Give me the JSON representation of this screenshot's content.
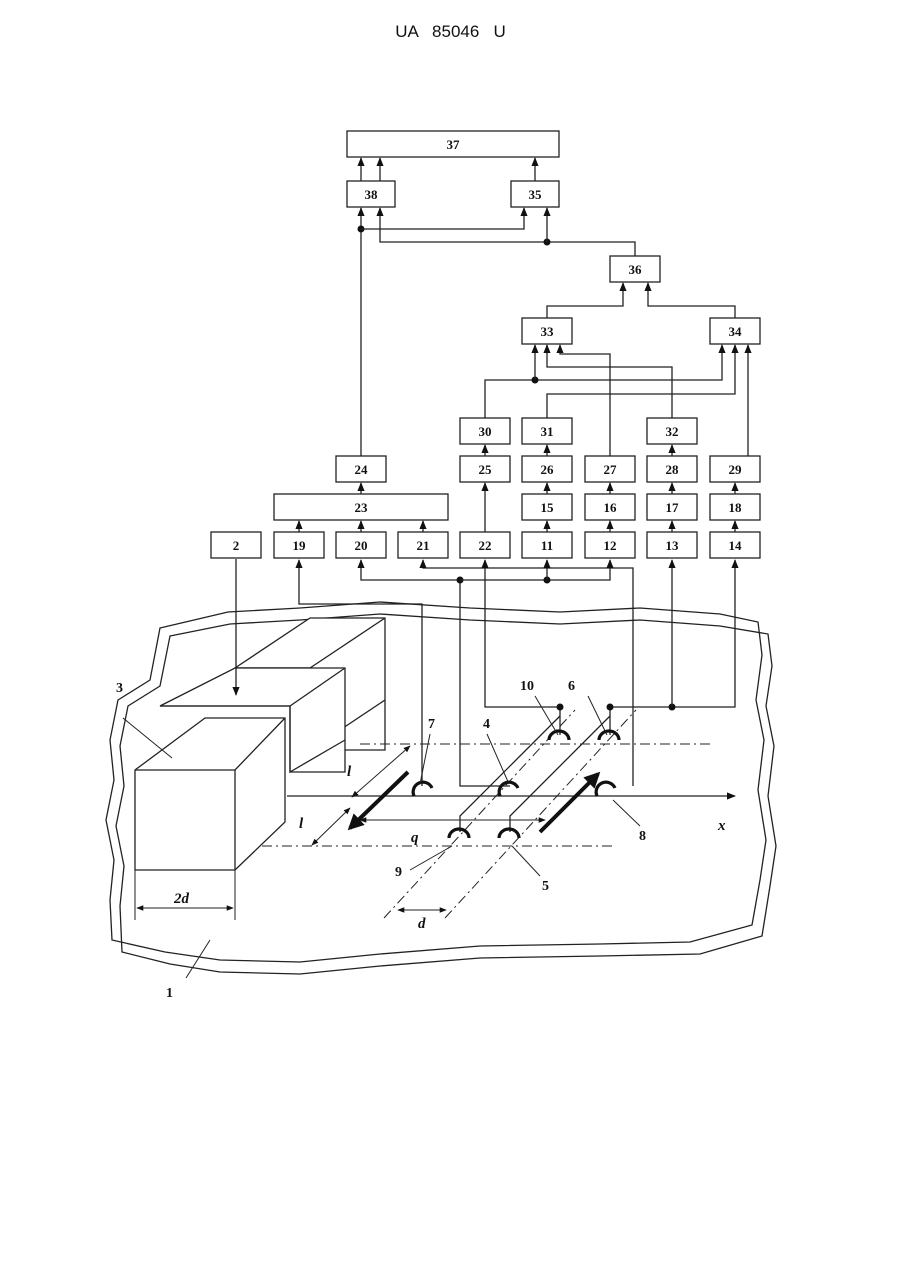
{
  "header": {
    "text": "UA   85046   U"
  },
  "blocks": {
    "b37": "37",
    "b38": "38",
    "b35": "35",
    "b36": "36",
    "b33": "33",
    "b34": "34",
    "b30": "30",
    "b31": "31",
    "b32": "32",
    "b24": "24",
    "b25": "25",
    "b26": "26",
    "b27": "27",
    "b28": "28",
    "b29": "29",
    "b23": "23",
    "b15": "15",
    "b16": "16",
    "b17": "17",
    "b18": "18",
    "b2": "2",
    "b19": "19",
    "b20": "20",
    "b21": "21",
    "b22": "22",
    "b11": "11",
    "b12": "12",
    "b13": "13",
    "b14": "14"
  },
  "labels": {
    "n1": "1",
    "n3": "3",
    "n4": "4",
    "n5": "5",
    "n6": "6",
    "n7": "7",
    "n8": "8",
    "n9": "9",
    "n10": "10",
    "l_upper": "l",
    "l_lower": "l",
    "q": "q",
    "x": "x",
    "d": "d",
    "two_d": "2d"
  }
}
